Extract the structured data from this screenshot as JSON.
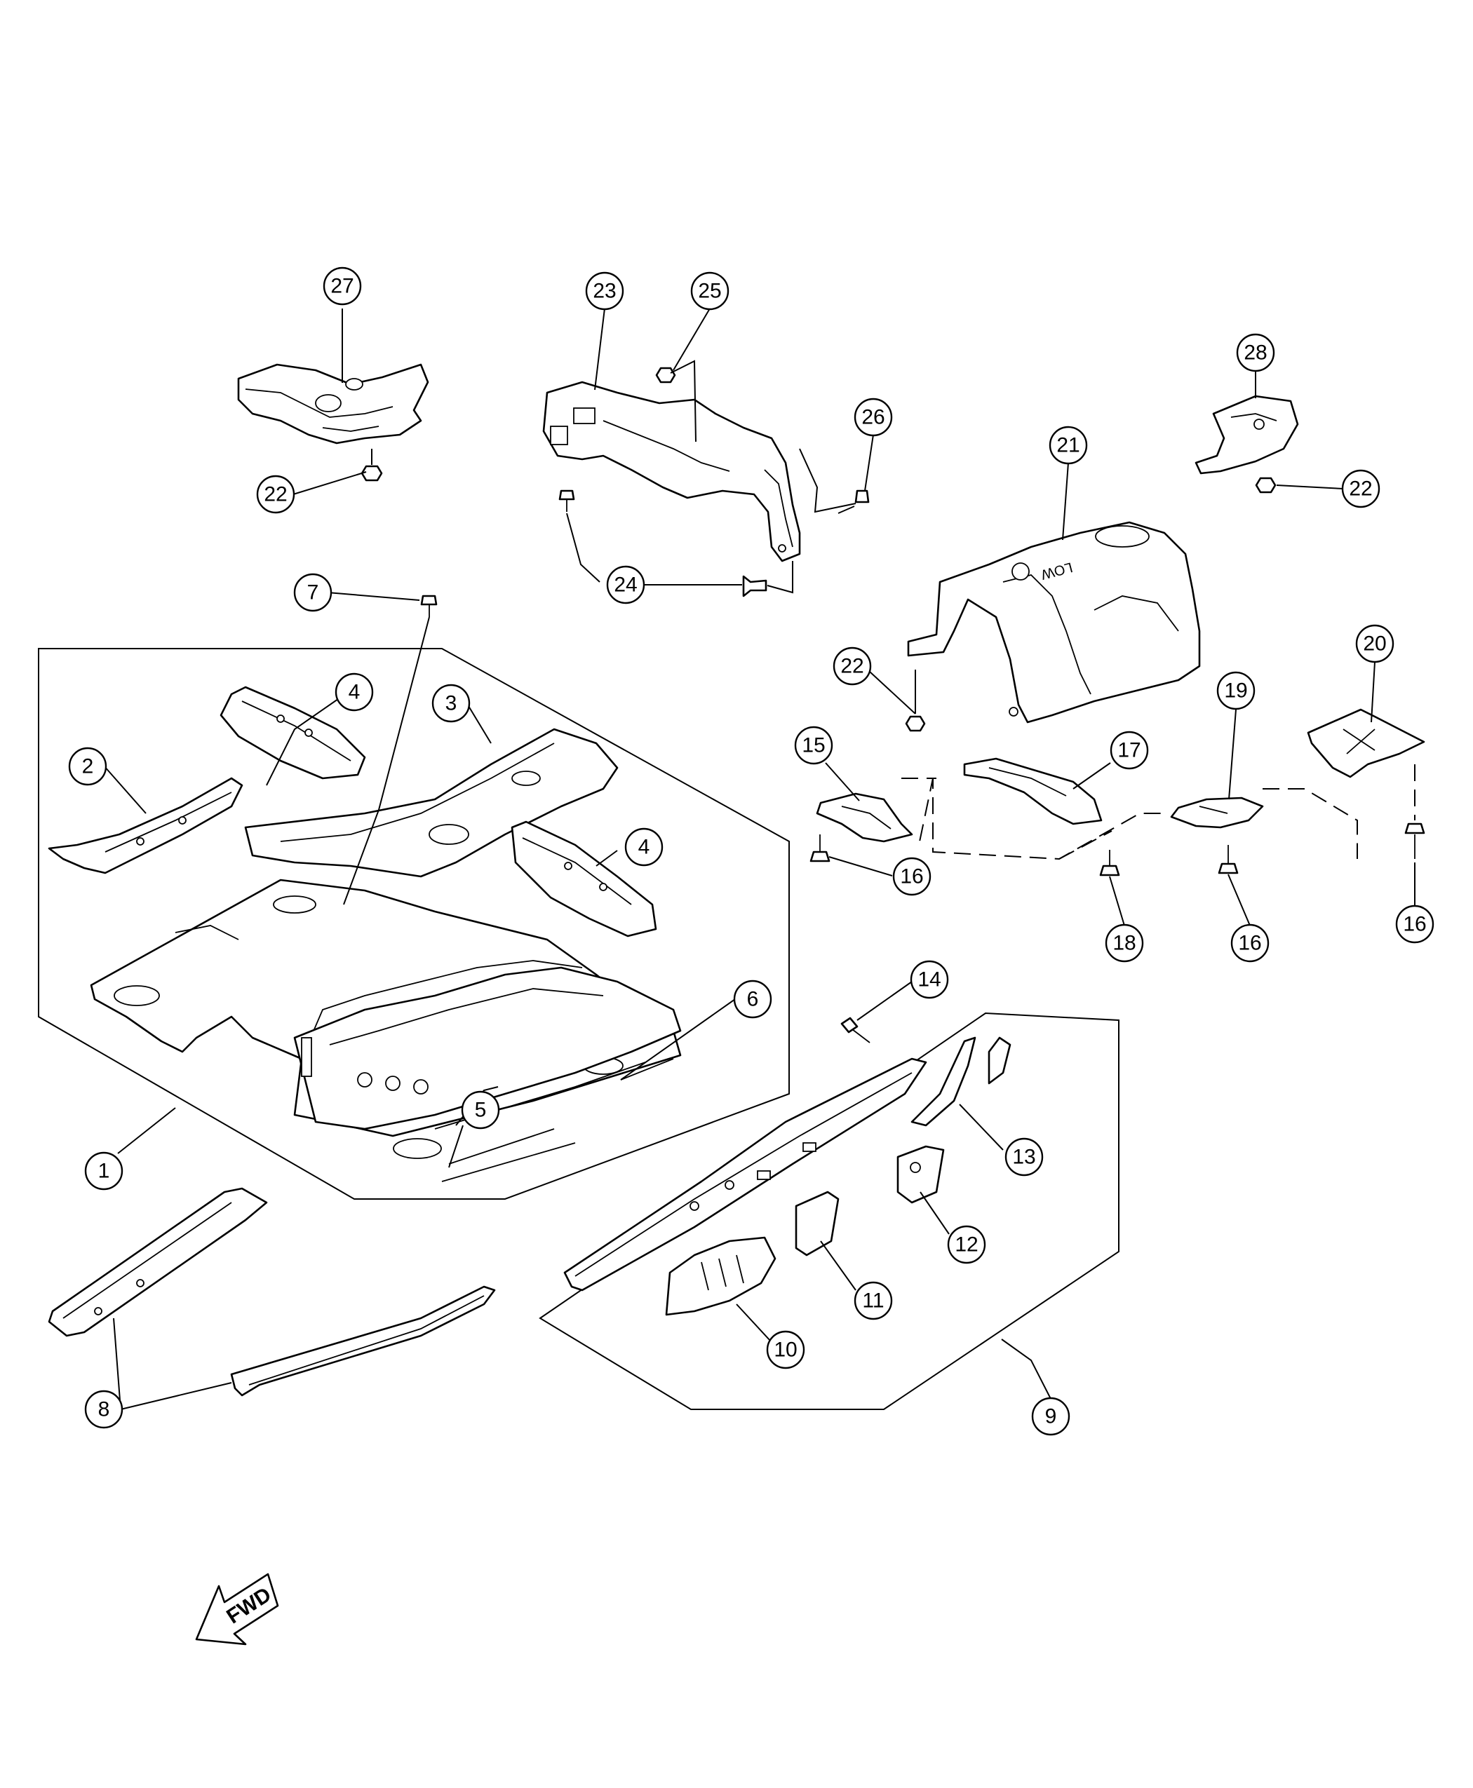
{
  "callouts": {
    "c1": "1",
    "c2": "2",
    "c3": "3",
    "c4a": "4",
    "c4b": "4",
    "c5": "5",
    "c6": "6",
    "c7": "7",
    "c8": "8",
    "c9": "9",
    "c10": "10",
    "c11": "11",
    "c12": "12",
    "c13": "13",
    "c14": "14",
    "c15": "15",
    "c16a": "16",
    "c16b": "16",
    "c16c": "16",
    "c17": "17",
    "c18": "18",
    "c19": "19",
    "c20": "20",
    "c21": "21",
    "c22a": "22",
    "c22b": "22",
    "c22c": "22",
    "c23": "23",
    "c24": "24",
    "c25": "25",
    "c26": "26",
    "c27": "27",
    "c28": "28"
  },
  "fwd_arrow": {
    "label": "FWD"
  },
  "part_stamp": {
    "label": "LOW"
  }
}
